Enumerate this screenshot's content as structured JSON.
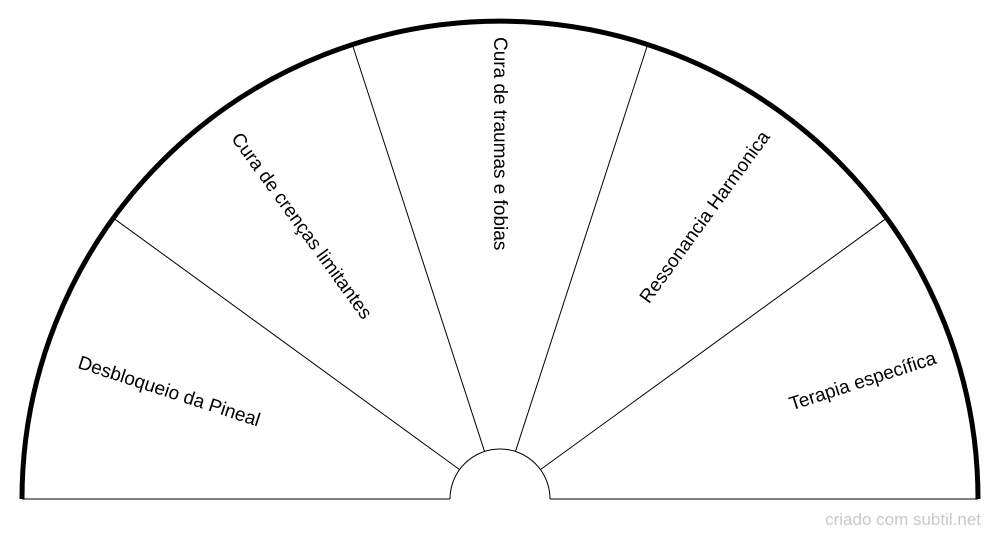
{
  "chart": {
    "sectors": [
      {
        "label": "Desbloqueio da Pineal"
      },
      {
        "label": "Cura de crenças limitantes"
      },
      {
        "label": "Cura de traumas e fobias"
      },
      {
        "label": "Ressonancia Harmonica"
      },
      {
        "label": "Terapia específica"
      }
    ]
  },
  "watermark": "criado com subtil.net"
}
